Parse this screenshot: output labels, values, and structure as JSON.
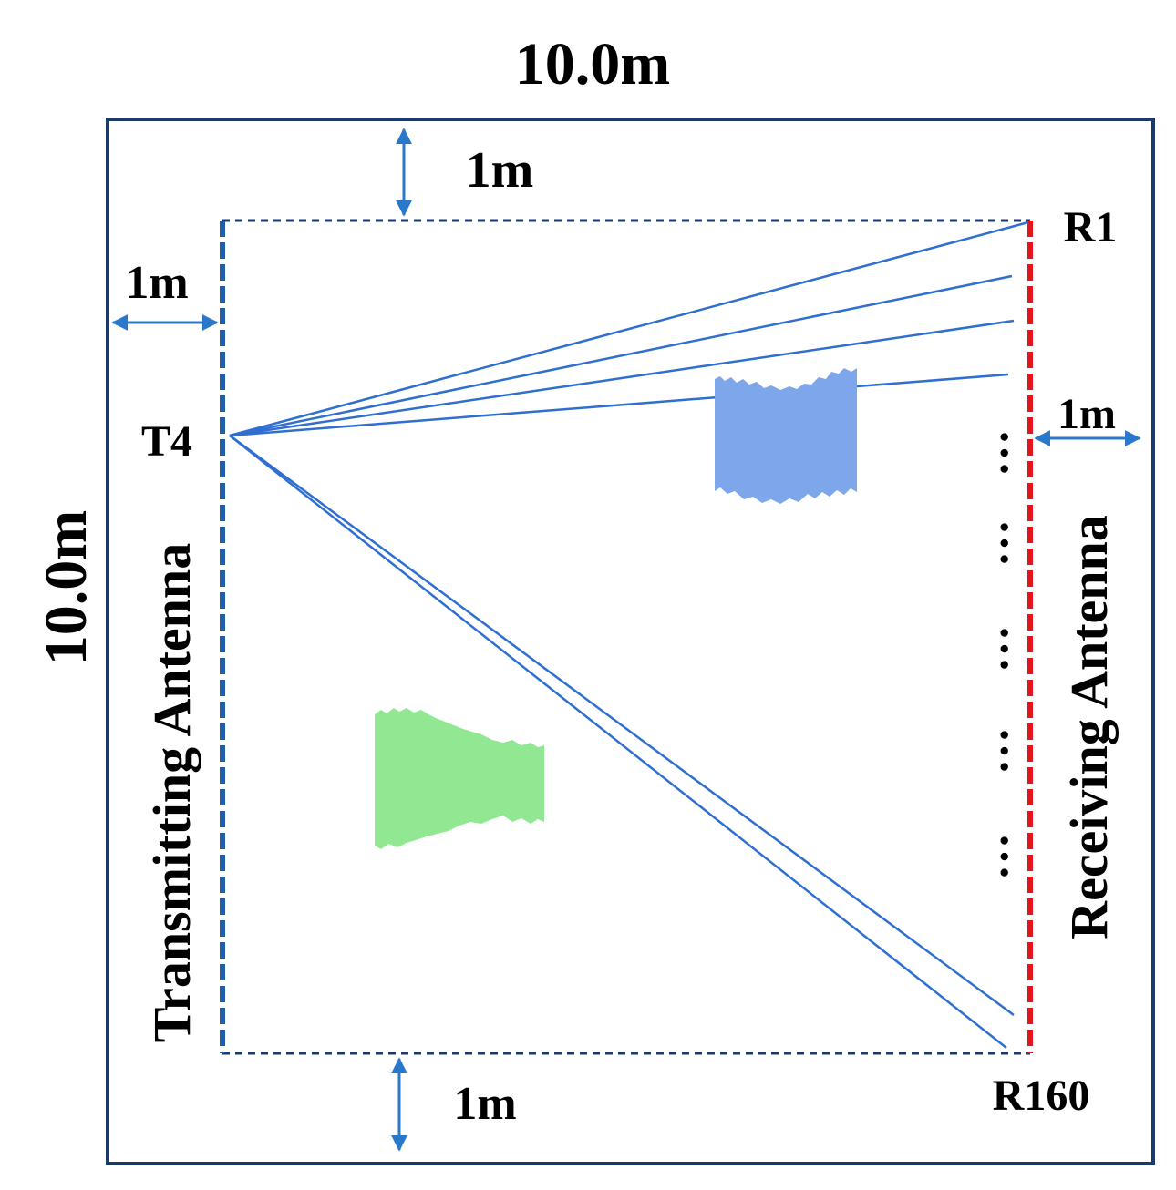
{
  "labels": {
    "width": "10.0m",
    "height": "10.0m",
    "top_margin": "1m",
    "left_margin": "1m",
    "right_margin": "1m",
    "bottom_margin": "1m",
    "transmitter": "T4",
    "receiver_first": "R1",
    "receiver_last": "R160",
    "transmitting_antenna": "Transmitting Antenna",
    "receiving_antenna": "Receiving Antenna",
    "ellipsis": "…"
  },
  "colors": {
    "outer_border": "#1a3a6b",
    "inner_border": "#1a3a6b",
    "transmit_array": "#1f5fa8",
    "receive_array": "#e3161b",
    "rays": "#2f6fd0",
    "arrows": "#2a78c9",
    "object_blue": "#7ea6ea",
    "object_green": "#92e892"
  }
}
